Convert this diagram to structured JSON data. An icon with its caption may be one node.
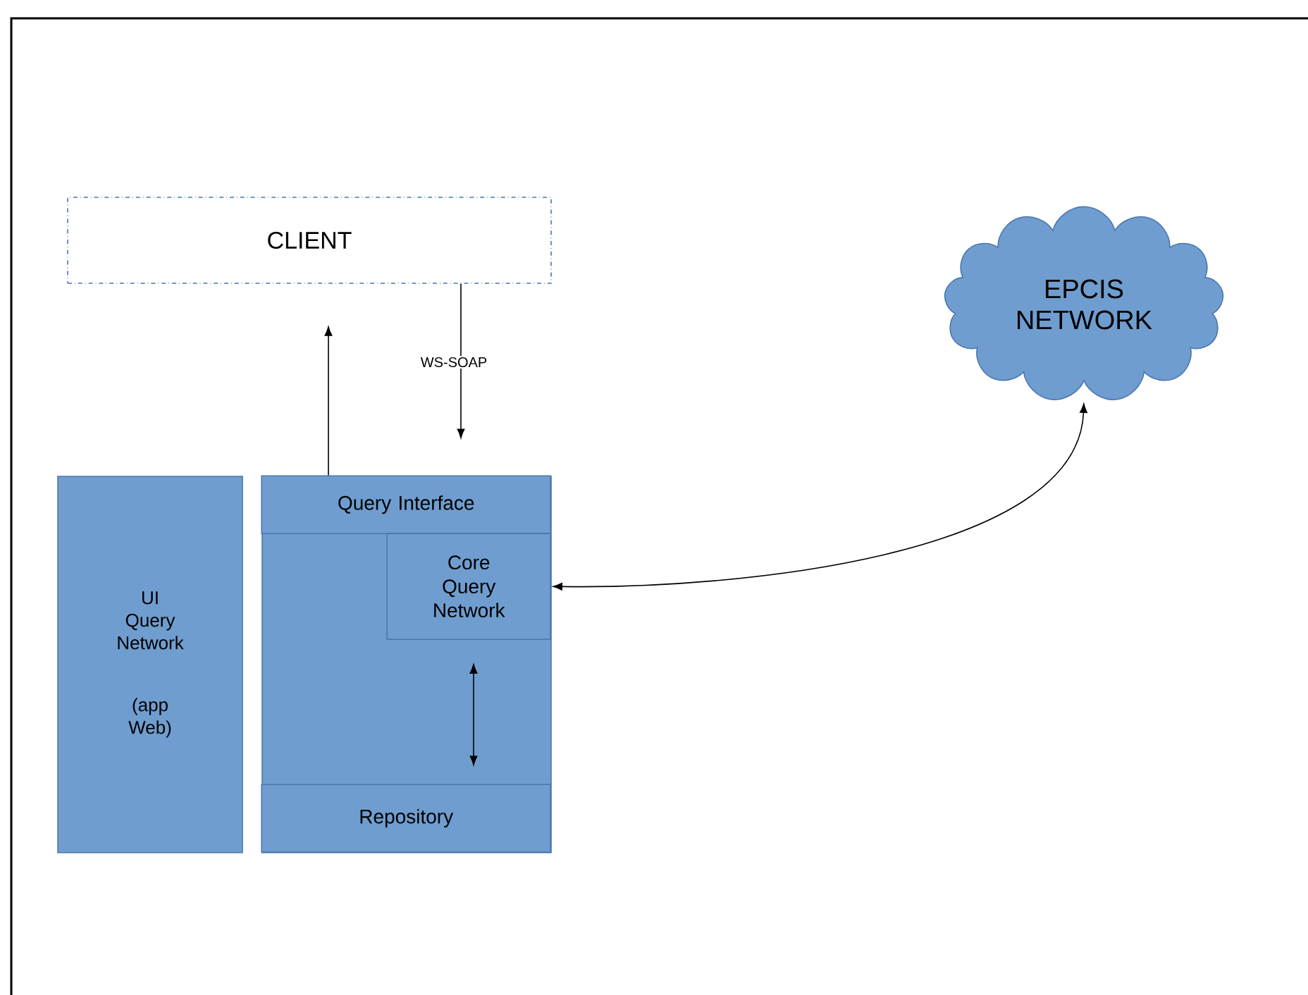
{
  "diagram": {
    "nodes": [
      {
        "text": [
          "CLIENT"
        ]
      },
      {
        "text": [
          "UI Query Network",
          "(app Web)"
        ]
      },
      {
        "text": [],
        "shape": "box"
      },
      {
        "text": [
          "Query Interface"
        ],
        "in": 2
      },
      {
        "text": [
          "Core Query Network"
        ],
        "in": 2
      },
      {
        "text": [
          "Repository"
        ],
        "in": 2
      },
      {
        "text": [
          "EPCIS NETWORK"
        ]
      }
    ],
    "edges": [
      {
        "from": 3,
        "to": 0,
        "arrow": "to"
      },
      {
        "from": 0,
        "to": 3,
        "arrow": "to",
        "label": "WS-SOAP"
      },
      {
        "from": 6,
        "to": 4,
        "arrow": "both"
      },
      {
        "from": 4,
        "to": 5,
        "arrow": "both"
      }
    ]
  }
}
